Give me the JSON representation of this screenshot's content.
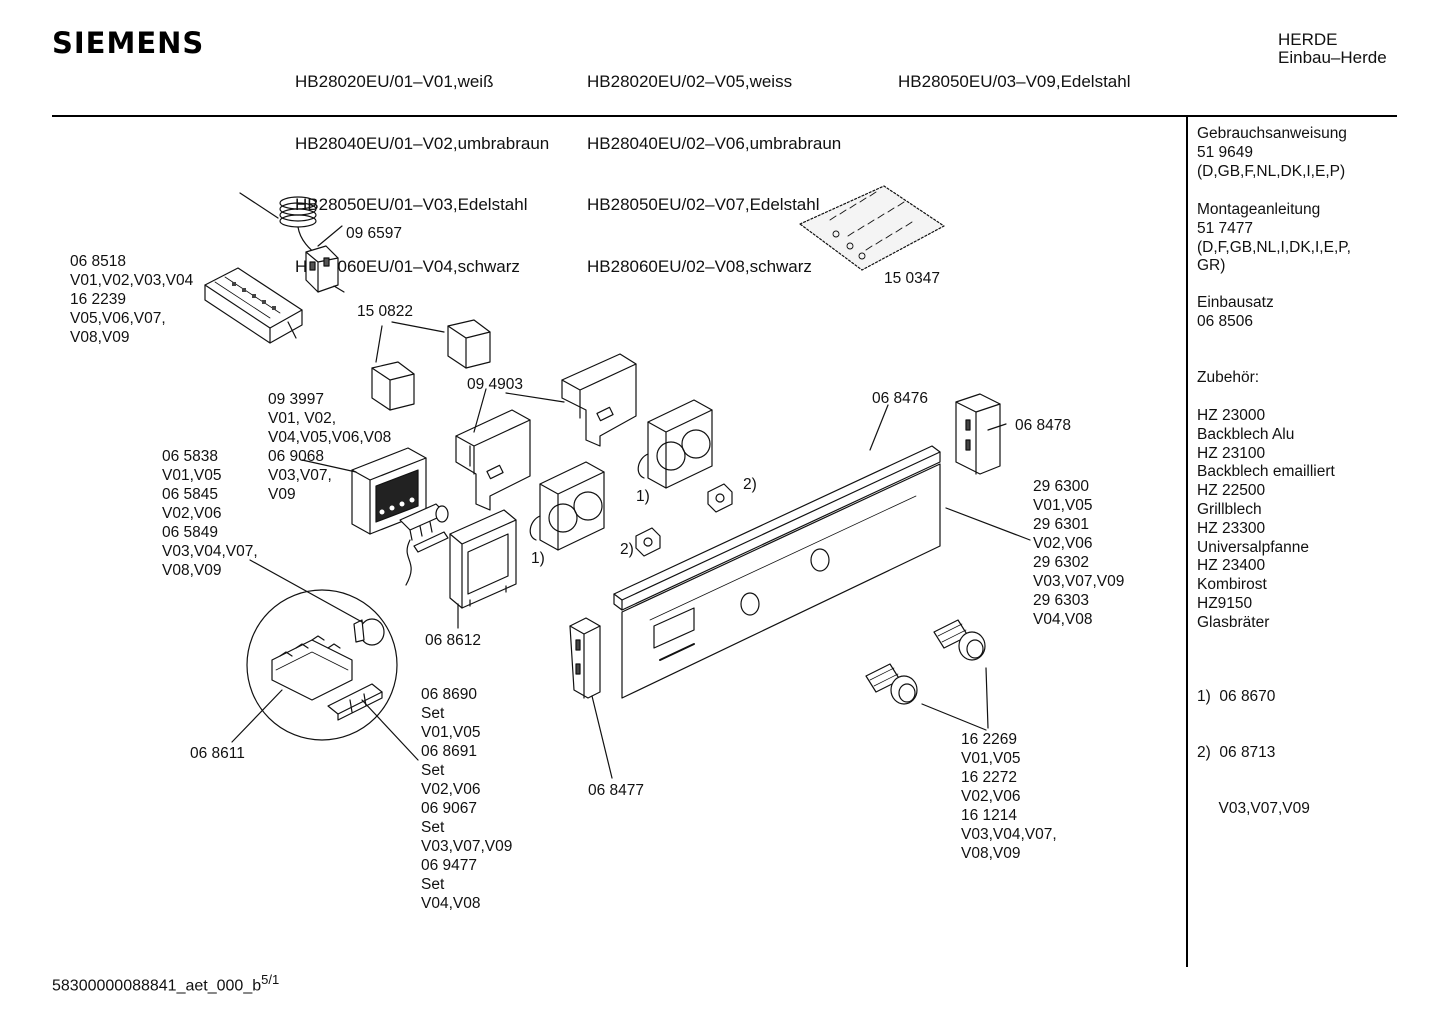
{
  "header": {
    "brand": "SIEMENS",
    "model_col1": [
      "HB28020EU/01–V01,weiß",
      "HB28040EU/01–V02,umbrabraun",
      "HB28050EU/01–V03,Edelstahl",
      "HB28060EU/01–V04,schwarz"
    ],
    "model_col2": [
      "HB28020EU/02–V05,weiss",
      "HB28040EU/02–V06,umbrabraun",
      "HB28050EU/02–V07,Edelstahl",
      "HB28060EU/02–V08,schwarz"
    ],
    "model_col3": [
      "HB28050EU/03–V09,Edelstahl"
    ],
    "category": [
      "HERDE",
      "Einbau–Herde"
    ]
  },
  "sidebar": {
    "manual": [
      "Gebrauchsanweisung",
      "51 9649",
      "(D,GB,F,NL,DK,I,E,P)"
    ],
    "assembly": [
      "Montageanleitung",
      "51 7477",
      "(D,F,GB,NL,I,DK,I,E,P,",
      "GR)"
    ],
    "install_kit": [
      "Einbausatz",
      "06 8506"
    ],
    "accessories_title": "Zubehör:",
    "accessories": [
      "HZ 23000",
      "Backblech Alu",
      "HZ 23100",
      "Backblech emailliert",
      "HZ 22500",
      "Grillblech",
      "HZ 23300",
      "Universalpfanne",
      "HZ 23400",
      "Kombirost",
      "HZ9150",
      "Glasbräter"
    ],
    "notes": [
      "1)  06 8670",
      "2)  06 8713",
      "     V03,V07,V09"
    ]
  },
  "labels": {
    "p096597": [
      "09 6597"
    ],
    "p068518": [
      "06 8518",
      "V01,V02,V03,V04",
      "16 2239",
      "V05,V06,V07,",
      "V08,V09"
    ],
    "p150822": [
      "15 0822"
    ],
    "p150347": [
      "15 0347"
    ],
    "p094903": [
      "09 4903"
    ],
    "p093997": [
      "09 3997",
      "V01, V02,",
      "V04,V05,V06,V08",
      "06 9068",
      "V03,V07,",
      "V09"
    ],
    "p065838": [
      "06 5838",
      "V01,V05",
      "06 5845",
      "V02,V06",
      "06 5849",
      "V03,V04,V07,",
      "V08,V09"
    ],
    "p068476": [
      "06 8476"
    ],
    "p068478": [
      "06 8478"
    ],
    "p296300": [
      "29 6300",
      "V01,V05",
      "29 6301",
      "V02,V06",
      "29 6302",
      "V03,V07,V09",
      "29 6303",
      "V04,V08"
    ],
    "p068612": [
      "06 8612"
    ],
    "p068690": [
      "06 8690",
      "Set",
      "V01,V05",
      "06 8691",
      "Set",
      "V02,V06",
      "06 9067",
      "Set",
      "V03,V07,V09",
      "06 9477",
      "Set",
      "V04,V08"
    ],
    "p068611": [
      "06 8611"
    ],
    "p068477": [
      "06 8477"
    ],
    "p162269": [
      "16 2269",
      "V01,V05",
      "16 2272",
      "V02,V06",
      "16 1214",
      "V03,V04,V07,",
      "V08,V09"
    ],
    "mark1a": [
      "1)"
    ],
    "mark1b": [
      "1)"
    ],
    "mark2a": [
      "2)"
    ],
    "mark2b": [
      "2)"
    ]
  },
  "footer": {
    "doc_id": "58300000088841_aet_000_b",
    "page": "5/1"
  }
}
